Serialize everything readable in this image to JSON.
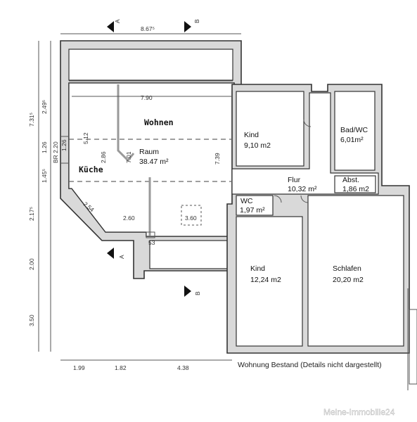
{
  "dimensions": {
    "top_width": "8.67⁵",
    "left_total": "7.31⁵",
    "left_upper": "2.49⁵",
    "left_b1": "1.26",
    "left_b2": "1.45⁵",
    "left_lower": "2.17⁵",
    "left_200": "2.00",
    "left_350": "3.50",
    "bottom_1": "1.99",
    "bottom_2": "1.82",
    "bottom_3": "4.38",
    "wohnen_width": "7.90",
    "wohnen_vert1": "5.12",
    "wohnen_vert2": "2.86",
    "wohnen_vert3": "7.01",
    "wohnen_right": "7.39",
    "diag": "2.54",
    "lower_left": "2.60",
    "lower_right": "3.60",
    "small_53": "53",
    "tiny_left_1": "1.26",
    "tiny_left_2": "BR 2.20"
  },
  "section_markers": {
    "a": "A",
    "b": "B"
  },
  "rooms": {
    "wohnen": "Wohnen",
    "kueche": "Küche",
    "raum_name": "Raum",
    "raum_area": "38.47 m²",
    "kind1_name": "Kind",
    "kind1_area": "9,10 m2",
    "bad_name": "Bad/WC",
    "bad_area": "6,01m²",
    "flur_name": "Flur",
    "flur_area": "10,32 m²",
    "abst_name": "Abst.",
    "abst_area": "1,86 m2",
    "wc_name": "WC",
    "wc_area": "1,97 m²",
    "kind2_name": "Kind",
    "kind2_area": "12,24 m2",
    "schlafen_name": "Schlafen",
    "schlafen_area": "20,20 m2"
  },
  "caption": "Wohnung Bestand (Details nicht dargestellt)",
  "watermark": "Meine-Immobilie24"
}
